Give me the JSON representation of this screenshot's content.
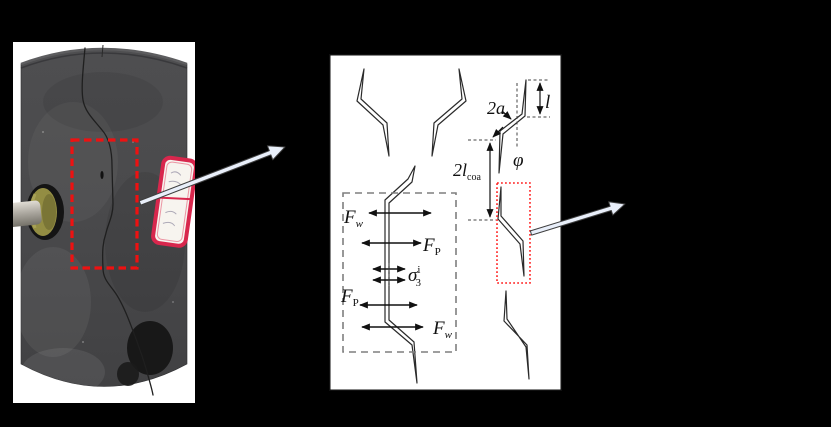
{
  "figure": {
    "type": "rock-crack-coalescence-figure",
    "background_color": "#000000",
    "photo": {
      "content": "rock specimen cylinder with coalesced shear crack",
      "highlight_box_color": "#ee1111",
      "specimen_label_border_color": "#d8274d",
      "callout_arrow_fill": "#e9effa"
    },
    "schematic": {
      "panel_background": "#ffffff",
      "panel_border_color": "#101010",
      "crack_outline_color": "#2a2a2a",
      "force_box_color": "#7f7f7f",
      "red_dotted_box_color": "#ff2020",
      "labels": {
        "F": "F",
        "w": "w",
        "P": "P",
        "sigma": "σ",
        "sigma_sub": "3",
        "sigma_sup": "i",
        "two_a": "2a",
        "l": "l",
        "phi": "φ",
        "two_l": "2l",
        "coa": "coa"
      }
    }
  }
}
